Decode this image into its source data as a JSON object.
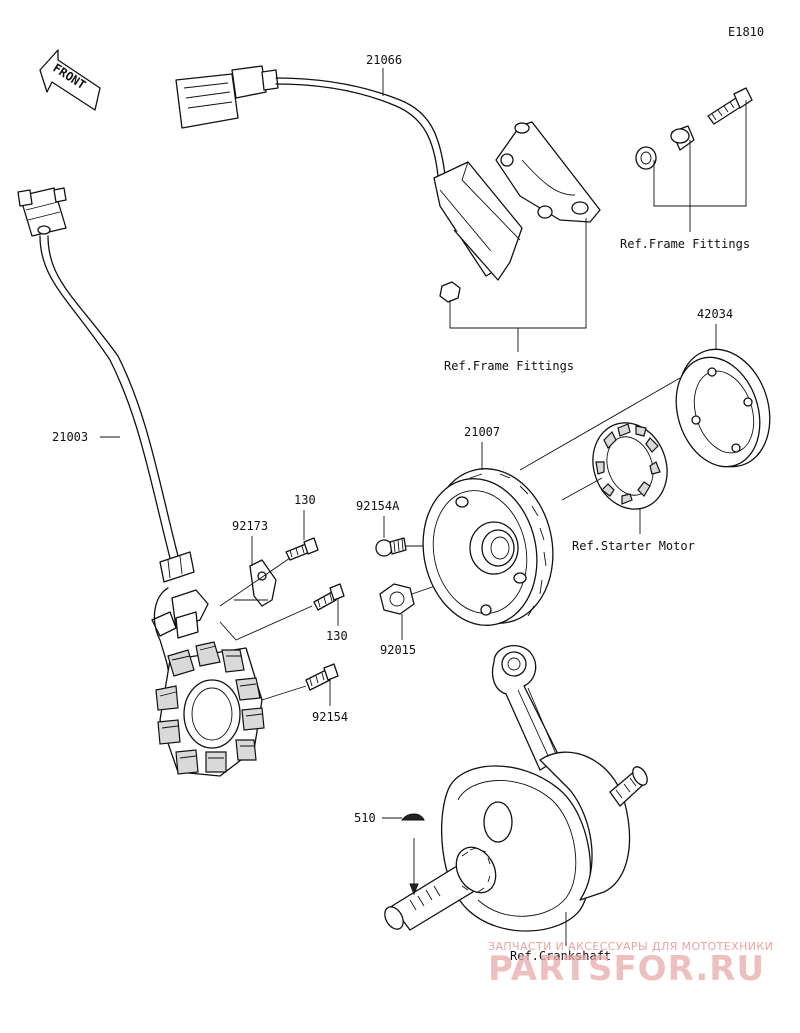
{
  "diagram_code": "E1810",
  "front_label": "FRONT",
  "labels": {
    "p21066": "21066",
    "p21003": "21003",
    "p42034": "42034",
    "p21007": "21007",
    "p92154A": "92154A",
    "p92015": "92015",
    "p92173": "92173",
    "p130_top": "130",
    "p130_bottom": "130",
    "p92154": "92154",
    "p510": "510",
    "ref_frame_1": "Ref.Frame Fittings",
    "ref_frame_2": "Ref.Frame Fittings",
    "ref_starter": "Ref.Starter Motor",
    "ref_crank": "Ref.Crankshaft"
  },
  "watermark": {
    "tagline": "ЗАПЧАСТИ И АКСЕССУАРЫ ДЛЯ МОТОТЕХНИКИ",
    "brand": "PARTSFOR.RU"
  }
}
